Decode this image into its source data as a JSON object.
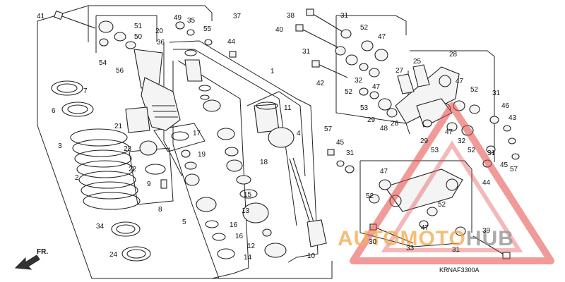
{
  "diagram": {
    "code": "KRNAF3300A",
    "front_label": "FR.",
    "watermark": {
      "part1": "AUTOMOTO",
      "part2": "HUB",
      "color_orange": "#f2a444",
      "color_gray": "#8a8a8a",
      "color_red": "#e54848"
    },
    "callouts": [
      {
        "id": "41",
        "label": "41"
      },
      {
        "id": "54",
        "label": "54"
      },
      {
        "id": "51",
        "label": "51"
      },
      {
        "id": "50",
        "label": "50"
      },
      {
        "id": "20",
        "label": "20"
      },
      {
        "id": "49",
        "label": "49"
      },
      {
        "id": "35",
        "label": "35"
      },
      {
        "id": "55",
        "label": "55"
      },
      {
        "id": "37",
        "label": "37"
      },
      {
        "id": "36",
        "label": "36"
      },
      {
        "id": "56",
        "label": "56"
      },
      {
        "id": "44a",
        "label": "44"
      },
      {
        "id": "7",
        "label": "7"
      },
      {
        "id": "6",
        "label": "6"
      },
      {
        "id": "3",
        "label": "3"
      },
      {
        "id": "21",
        "label": "21"
      },
      {
        "id": "17",
        "label": "17"
      },
      {
        "id": "23",
        "label": "23"
      },
      {
        "id": "19",
        "label": "19"
      },
      {
        "id": "22",
        "label": "22"
      },
      {
        "id": "9",
        "label": "9"
      },
      {
        "id": "8",
        "label": "8"
      },
      {
        "id": "2",
        "label": "2"
      },
      {
        "id": "34",
        "label": "34"
      },
      {
        "id": "24",
        "label": "24"
      },
      {
        "id": "5",
        "label": "5"
      },
      {
        "id": "16a",
        "label": "16"
      },
      {
        "id": "16b",
        "label": "16"
      },
      {
        "id": "14",
        "label": "14"
      },
      {
        "id": "15",
        "label": "15"
      },
      {
        "id": "13",
        "label": "13"
      },
      {
        "id": "12",
        "label": "12"
      },
      {
        "id": "18",
        "label": "18"
      },
      {
        "id": "1",
        "label": "1"
      },
      {
        "id": "11",
        "label": "11"
      },
      {
        "id": "4",
        "label": "4"
      },
      {
        "id": "10",
        "label": "10"
      },
      {
        "id": "38",
        "label": "38"
      },
      {
        "id": "31a",
        "label": "31"
      },
      {
        "id": "40",
        "label": "40"
      },
      {
        "id": "31b",
        "label": "31"
      },
      {
        "id": "52a",
        "label": "52"
      },
      {
        "id": "47a",
        "label": "47"
      },
      {
        "id": "42",
        "label": "42"
      },
      {
        "id": "52b",
        "label": "52"
      },
      {
        "id": "32a",
        "label": "32"
      },
      {
        "id": "47b",
        "label": "47"
      },
      {
        "id": "53a",
        "label": "53"
      },
      {
        "id": "29a",
        "label": "29"
      },
      {
        "id": "48",
        "label": "48"
      },
      {
        "id": "26",
        "label": "26"
      },
      {
        "id": "25",
        "label": "25"
      },
      {
        "id": "27",
        "label": "27"
      },
      {
        "id": "28",
        "label": "28"
      },
      {
        "id": "47c",
        "label": "47"
      },
      {
        "id": "52c",
        "label": "52"
      },
      {
        "id": "31c",
        "label": "31"
      },
      {
        "id": "46",
        "label": "46"
      },
      {
        "id": "43",
        "label": "43"
      },
      {
        "id": "29b",
        "label": "29"
      },
      {
        "id": "47d",
        "label": "47"
      },
      {
        "id": "53b",
        "label": "53"
      },
      {
        "id": "32b",
        "label": "32"
      },
      {
        "id": "52d",
        "label": "52"
      },
      {
        "id": "31d",
        "label": "31"
      },
      {
        "id": "45a",
        "label": "45"
      },
      {
        "id": "57a",
        "label": "57"
      },
      {
        "id": "44b",
        "label": "44"
      },
      {
        "id": "57b",
        "label": "57"
      },
      {
        "id": "45b",
        "label": "45"
      },
      {
        "id": "31e",
        "label": "31"
      },
      {
        "id": "47e",
        "label": "47"
      },
      {
        "id": "52e",
        "label": "52"
      },
      {
        "id": "52f",
        "label": "52"
      },
      {
        "id": "47f",
        "label": "47"
      },
      {
        "id": "30",
        "label": "30"
      },
      {
        "id": "33",
        "label": "33"
      },
      {
        "id": "31f",
        "label": "31"
      },
      {
        "id": "39",
        "label": "39"
      }
    ]
  }
}
